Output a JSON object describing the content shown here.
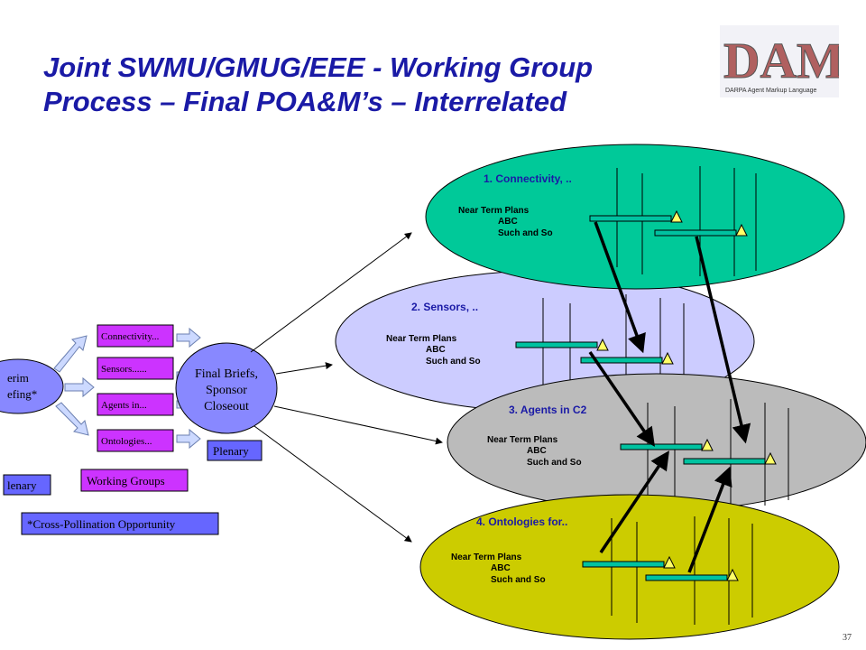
{
  "title_line1": "Joint SWMU/GMUG/EEE - Working Group",
  "title_line2": "Process – Final POA&M’s – Interrelated",
  "logo": {
    "text": "DAML",
    "caption": "DARPA Agent Markup Language"
  },
  "flow": {
    "interim": [
      "erim",
      "efing*"
    ],
    "group_boxes": [
      "Connectivity...",
      "Sensors......",
      "Agents in...",
      "Ontologies..."
    ],
    "final_briefs": [
      "Final Briefs,",
      "Sponsor",
      "Closeout"
    ],
    "plenary_right": "Plenary",
    "plenary_left": "lenary",
    "working_groups": "Working Groups",
    "cross_pollination": "*Cross-Pollination Opportunity"
  },
  "groups": [
    {
      "label": "1. Connectivity, ..",
      "plan_title": "Near Term Plans",
      "item1": "ABC",
      "item2": "Such and So",
      "fill": "#00c999"
    },
    {
      "label": "2. Sensors, ..",
      "plan_title": "Near Term Plans",
      "item1": "ABC",
      "item2": "Such and So",
      "fill": "#ccccff"
    },
    {
      "label": "3. Agents in C2",
      "plan_title": "Near Term Plans",
      "item1": "ABC",
      "item2": "Such and So",
      "fill": "#bbbbbb"
    },
    {
      "label": "4. Ontologies for..",
      "plan_title": "Near Term Plans",
      "item1": "ABC",
      "item2": "Such and So",
      "fill": "#cccc00"
    }
  ],
  "page_number": "37",
  "colors": {
    "title": "#1a1aa6",
    "box_magenta": "#cc33ff",
    "box_blue": "#6666ff",
    "bar_teal": "#00c2a0",
    "milestone": "#ffff66"
  }
}
